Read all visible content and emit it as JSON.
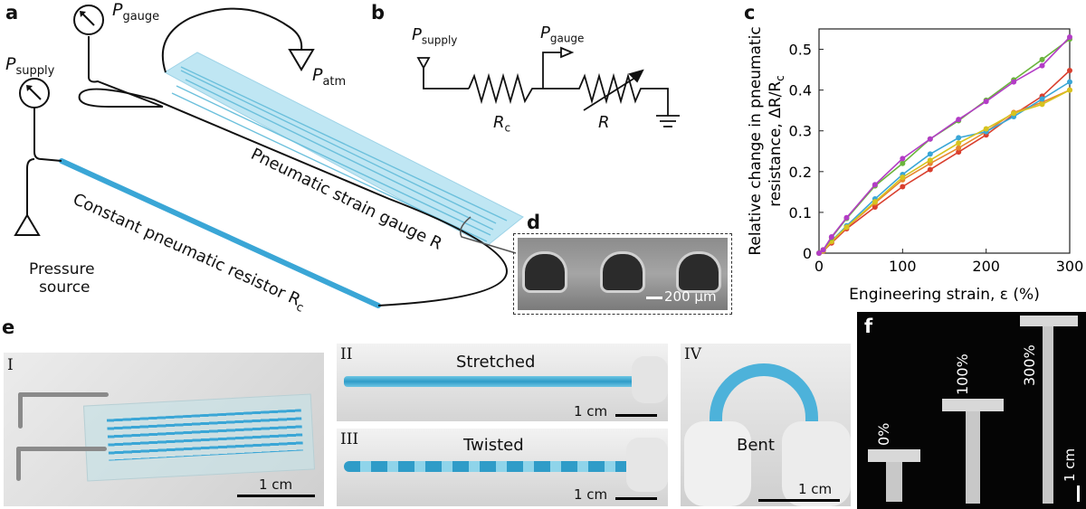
{
  "panels": {
    "a": "a",
    "b": "b",
    "c": "c",
    "d": "d",
    "e": "e",
    "f": "f"
  },
  "panel_a": {
    "p_gauge": "P",
    "p_gauge_sub": "gauge",
    "p_supply": "P",
    "p_supply_sub": "supply",
    "p_atm": "P",
    "p_atm_sub": "atm",
    "gauge_label": "Pneumatic strain gauge R",
    "resistor_label": "Constant pneumatic resistor R",
    "resistor_sub": "c",
    "source_line1": "Pressure",
    "source_line2": "source"
  },
  "panel_b": {
    "p_supply": "P",
    "p_supply_sub": "supply",
    "p_gauge": "P",
    "p_gauge_sub": "gauge",
    "rc": "R",
    "rc_sub": "c",
    "r": "R"
  },
  "panel_d": {
    "scale": "200 μm"
  },
  "panel_e": {
    "roman": [
      "I",
      "II",
      "III",
      "IV"
    ],
    "stretched": "Stretched",
    "twisted": "Twisted",
    "bent": "Bent",
    "scale": "1 cm"
  },
  "panel_f": {
    "labels": [
      "0%",
      "100%",
      "300%"
    ],
    "scale": "1 cm"
  },
  "chart_data": {
    "type": "line",
    "title": "",
    "xlabel": "Engineering strain, ε (%)",
    "ylabel_line1": "Relative change in pneumatic",
    "ylabel_line2": "resistance, ΔR/R",
    "ylabel_sub": "c",
    "xlim": [
      0,
      300
    ],
    "ylim": [
      0,
      0.55
    ],
    "xticks": [
      0,
      100,
      200,
      300
    ],
    "yticks": [
      0,
      0.1,
      0.2,
      0.3,
      0.4,
      0.5
    ],
    "ytick_labels": [
      "0",
      "0.1",
      "0.2",
      "0.3",
      "0.4",
      "0.5"
    ],
    "x": [
      0,
      5,
      15,
      33,
      67,
      100,
      133,
      167,
      200,
      233,
      267,
      300
    ],
    "series": [
      {
        "color": "#d93f2e",
        "values": [
          0,
          0.005,
          0.025,
          0.06,
          0.113,
          0.163,
          0.205,
          0.248,
          0.29,
          0.34,
          0.385,
          0.448
        ]
      },
      {
        "color": "#e8862f",
        "values": [
          0,
          0.006,
          0.028,
          0.063,
          0.123,
          0.18,
          0.22,
          0.258,
          0.298,
          0.345,
          0.37,
          0.4
        ]
      },
      {
        "color": "#3aa6d6",
        "values": [
          0,
          0.007,
          0.03,
          0.067,
          0.133,
          0.193,
          0.243,
          0.283,
          0.298,
          0.335,
          0.378,
          0.42
        ]
      },
      {
        "color": "#d7c31e",
        "values": [
          0,
          0.006,
          0.029,
          0.064,
          0.126,
          0.186,
          0.228,
          0.27,
          0.305,
          0.343,
          0.365,
          0.4
        ]
      },
      {
        "color": "#6ab43c",
        "values": [
          0,
          0.008,
          0.038,
          0.085,
          0.165,
          0.22,
          0.28,
          0.325,
          0.375,
          0.425,
          0.475,
          0.525
        ]
      },
      {
        "color": "#b33cc6",
        "values": [
          0,
          0.008,
          0.04,
          0.087,
          0.168,
          0.232,
          0.28,
          0.328,
          0.372,
          0.42,
          0.46,
          0.53
        ]
      }
    ]
  }
}
